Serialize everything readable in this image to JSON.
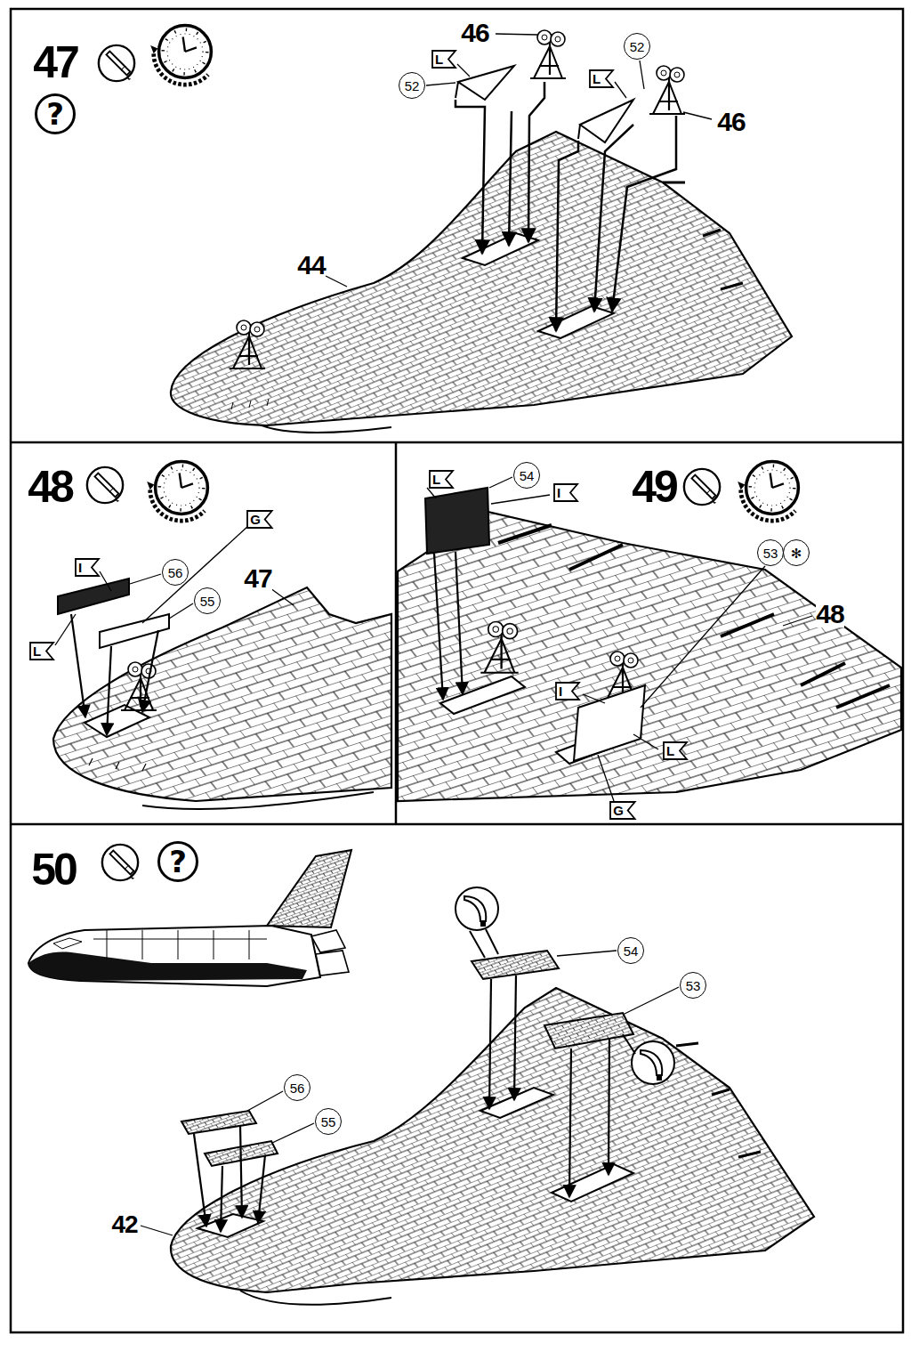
{
  "diagram": {
    "nodes": [
      {
        "text": [
          "?"
        ]
      },
      {
        "text": [
          "52"
        ]
      },
      {
        "text": [
          "L"
        ]
      },
      {
        "text": [
          "L"
        ]
      },
      {
        "text": [
          "52"
        ]
      },
      {
        "text": [
          "G"
        ]
      },
      {
        "text": [
          "56"
        ]
      },
      {
        "text": [
          "I"
        ]
      },
      {
        "text": [
          "55"
        ]
      },
      {
        "text": [
          "L"
        ]
      },
      {
        "text": [
          "L"
        ]
      },
      {
        "text": [
          "54"
        ]
      },
      {
        "text": [
          "I"
        ]
      },
      {
        "text": [
          "53"
        ]
      },
      {
        "text": [
          "✻"
        ]
      },
      {
        "text": [
          "I"
        ]
      },
      {
        "text": [
          "L"
        ]
      },
      {
        "text": [
          "G"
        ]
      },
      {
        "text": [
          "?"
        ]
      },
      {
        "text": [
          "54"
        ]
      },
      {
        "text": [
          "53"
        ]
      },
      {
        "text": [
          "56"
        ]
      },
      {
        "text": [
          "55"
        ]
      }
    ],
    "labels": [
      "47",
      "46",
      "46",
      "44",
      "48",
      "47",
      "49",
      "48",
      "50",
      "42"
    ]
  }
}
